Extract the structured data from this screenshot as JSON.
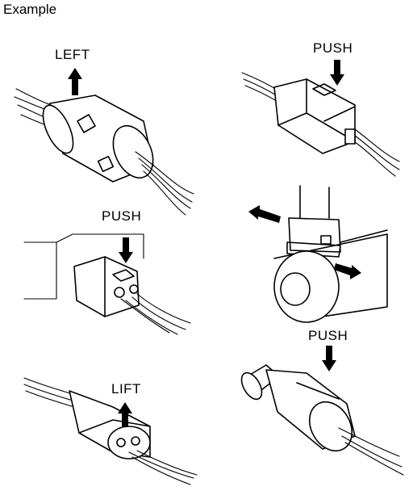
{
  "page": {
    "title": "Example"
  },
  "labels": {
    "left": "LEFT",
    "push_1": "PUSH",
    "push_2": "PUSH",
    "lift": "LIFT",
    "push_3": "PUSH"
  }
}
